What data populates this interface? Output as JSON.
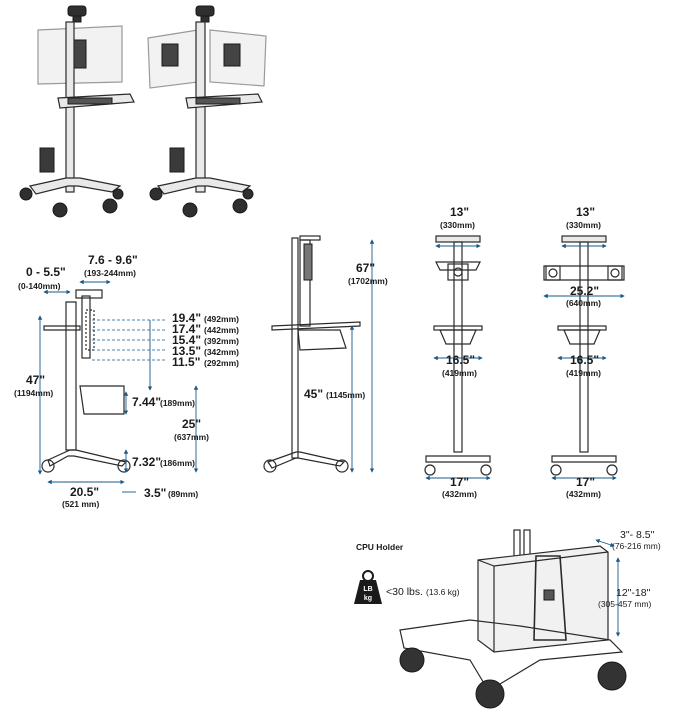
{
  "photo_views": [
    {
      "name": "single-monitor-cart-photo"
    },
    {
      "name": "dual-monitor-cart-photo"
    }
  ],
  "side_view": {
    "monitor_offset": {
      "main": "0 - 5.5\"",
      "sub": "(0-140mm)"
    },
    "keyboard_reach": {
      "main": "7.6 - 9.6\"",
      "sub": "(193-244mm)"
    },
    "monitor_heights": [
      {
        "main": "19.4\"",
        "sub": "(492mm)"
      },
      {
        "main": "17.4\"",
        "sub": "(442mm)"
      },
      {
        "main": "15.4\"",
        "sub": "(392mm)"
      },
      {
        "main": "13.5\"",
        "sub": "(342mm)"
      },
      {
        "main": "11.5\"",
        "sub": "(292mm)"
      }
    ],
    "overall_height": {
      "main": "47\"",
      "sub": "(1194mm)"
    },
    "cpu_gap": {
      "main": "7.44\"",
      "sub": "(189mm)"
    },
    "worksurface_height": {
      "main": "25\"",
      "sub": "(637mm)"
    },
    "base_clearance": {
      "main": "7.32\"",
      "sub": "(186mm)"
    },
    "base_depth": {
      "main": "20.5\"",
      "sub": "(521 mm)"
    },
    "caster_offset": {
      "main": "3.5\"",
      "sub": "(89mm)"
    }
  },
  "profile_view": {
    "max_height": {
      "main": "67\"",
      "sub": "(1702mm)"
    },
    "work_height": {
      "main": "45\"",
      "sub": "(1145mm)"
    }
  },
  "front_single": {
    "top_width": {
      "main": "13\"",
      "sub": "(330mm)"
    },
    "tray_width": {
      "main": "16.5\"",
      "sub": "(419mm)"
    },
    "base_width": {
      "main": "17\"",
      "sub": "(432mm)"
    }
  },
  "front_dual": {
    "top_width": {
      "main": "13\"",
      "sub": "(330mm)"
    },
    "dual_width": {
      "main": "25.2\"",
      "sub": "(640mm)"
    },
    "tray_width": {
      "main": "16.5\"",
      "sub": "(419mm)"
    },
    "base_width": {
      "main": "17\"",
      "sub": "(432mm)"
    }
  },
  "cpu_holder": {
    "title": "CPU Holder",
    "weight_badge": "LB kg",
    "weight_badge_top": "LB",
    "weight_badge_bottom": "kg",
    "weight_main": "<30 lbs.",
    "weight_sub": "(13.6 kg)",
    "width_range": {
      "main": "3\"- 8.5\"",
      "sub": "(76-216 mm)"
    },
    "height_range": {
      "main": "12\"-18\"",
      "sub": "(305-457 mm)"
    }
  },
  "colors": {
    "line": "#2a2a2a",
    "dimension": "#1a5a8a"
  }
}
